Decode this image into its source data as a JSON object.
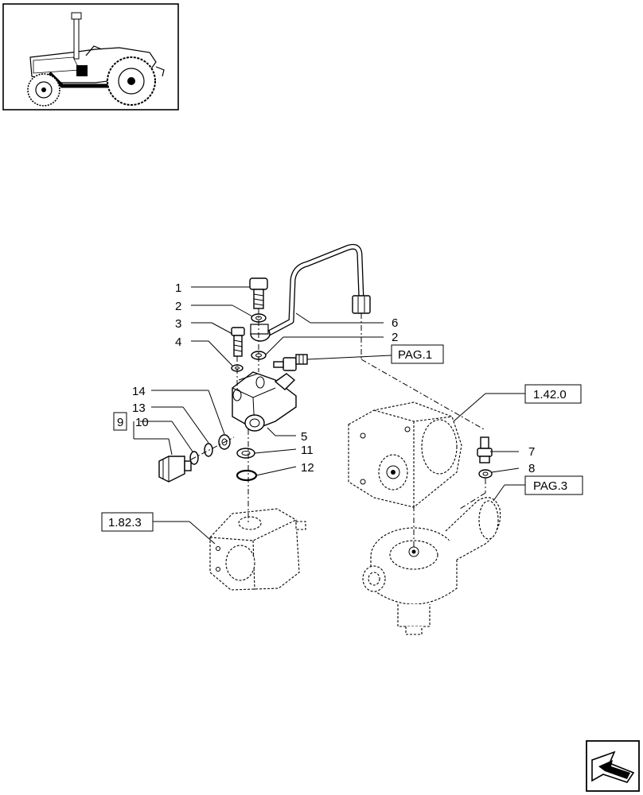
{
  "callouts": {
    "c1": "1",
    "c2a": "2",
    "c3": "3",
    "c4": "4",
    "c6": "6",
    "c2b": "2",
    "c14": "14",
    "c13": "13",
    "c9": "9",
    "c10": "10",
    "c5": "5",
    "c11": "11",
    "c12": "12",
    "c7": "7",
    "c8": "8"
  },
  "references": {
    "pag1": "PAG.1",
    "ref_1420": "1.42.0",
    "pag3": "PAG.3",
    "ref_1823": "1.82.3"
  },
  "icons": {
    "thumbnail": "tractor-thumbnail-icon",
    "nav": "next-page-arrow-icon"
  }
}
